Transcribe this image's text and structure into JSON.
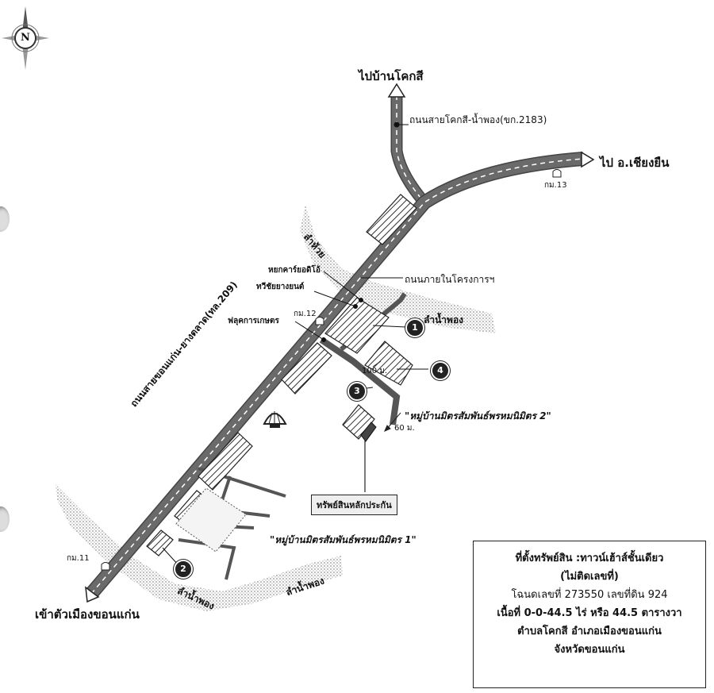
{
  "compass": {
    "letter": "N"
  },
  "roads": {
    "to_kok_si": "ไปบ้านโคกสี",
    "kok_si_road": "ถนนสายโคกสี-น้ำพอง(ขก.2183)",
    "to_chiang_yuen": "ไป อ.เชียงยืน",
    "main_road": "ถนนสายขอนแก่น-ยางตลาด(ทล.209)",
    "internal_road": "ถนนภายในโครงการฯ",
    "to_khon_kaen": "เข้าตัวเมืองขอนแก่น"
  },
  "km_markers": [
    "กม.13",
    "กม.12",
    "กม.11"
  ],
  "waterways": [
    "ลำห้วย",
    "ลำน้ำพอง",
    "ลำน้ำพอง",
    "ลำน้ำพอง"
  ],
  "landmarks": {
    "tire_shop_1": "หยกคาร์ยอดิโอ้",
    "tire_shop_2": "ทวีชัยยางยนต์",
    "farm_shop": "ฟลุคการเกษตร",
    "village_2": "\"หมู่บ้านมิตรสัมพันธ์พรหมนิมิตร 2\"",
    "village_1": "\"หมู่บ้านมิตรสัมพันธ์พรหมนิมิตร 1\"",
    "collateral": "ทรัพย์สินหลักประกัน"
  },
  "distances": {
    "d100": "100 ม.",
    "d60": "60 ม."
  },
  "markers": [
    "1",
    "2",
    "3",
    "4"
  ],
  "info": {
    "line1": "ที่ตั้งทรัพย์สิน :ทาวน์เฮ้าส์ชั้นเดียว",
    "line2": "(ไม่ติดเลขที่)",
    "line3": "โฉนดเลขที่ 273550 เลขที่ดิน  924",
    "line4": "เนื้อที่ 0-0-44.5 ไร่ หรือ 44.5 ตารางวา",
    "line5": "ตำบลโคกสี อำเภอเมืองขอนแก่น",
    "line6": "จังหวัดขอนแก่น"
  },
  "colors": {
    "road": "#6a6a6a",
    "lane": "#ffffff",
    "water": "#9a9a9a",
    "highlight": "#444444"
  }
}
